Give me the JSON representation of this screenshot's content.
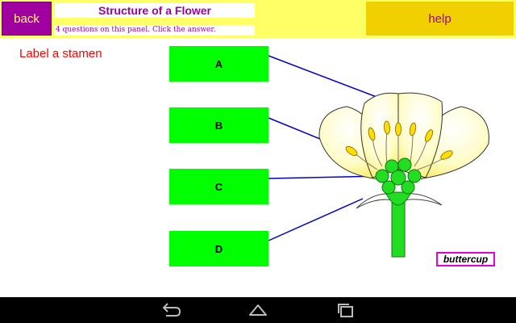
{
  "header": {
    "back_label": "back",
    "title": "Structure of a Flower",
    "subtitle": "4 questions on this panel. Click the answer.",
    "help_label": "help"
  },
  "question": {
    "text": "Label a stamen"
  },
  "answers": [
    {
      "label": "A"
    },
    {
      "label": "B"
    },
    {
      "label": "C"
    },
    {
      "label": "D"
    }
  ],
  "diagram": {
    "species_label": "buttercup"
  },
  "navbar": {
    "icons": [
      "back-icon",
      "home-icon",
      "recent-apps-icon"
    ]
  },
  "colors": {
    "header_bg": "#ffff66",
    "back_bg": "#a000a0",
    "help_bg": "#f0d000",
    "answer_bg": "#00ff00",
    "question_text": "#ff0000",
    "pointer_line": "#0000cc"
  }
}
